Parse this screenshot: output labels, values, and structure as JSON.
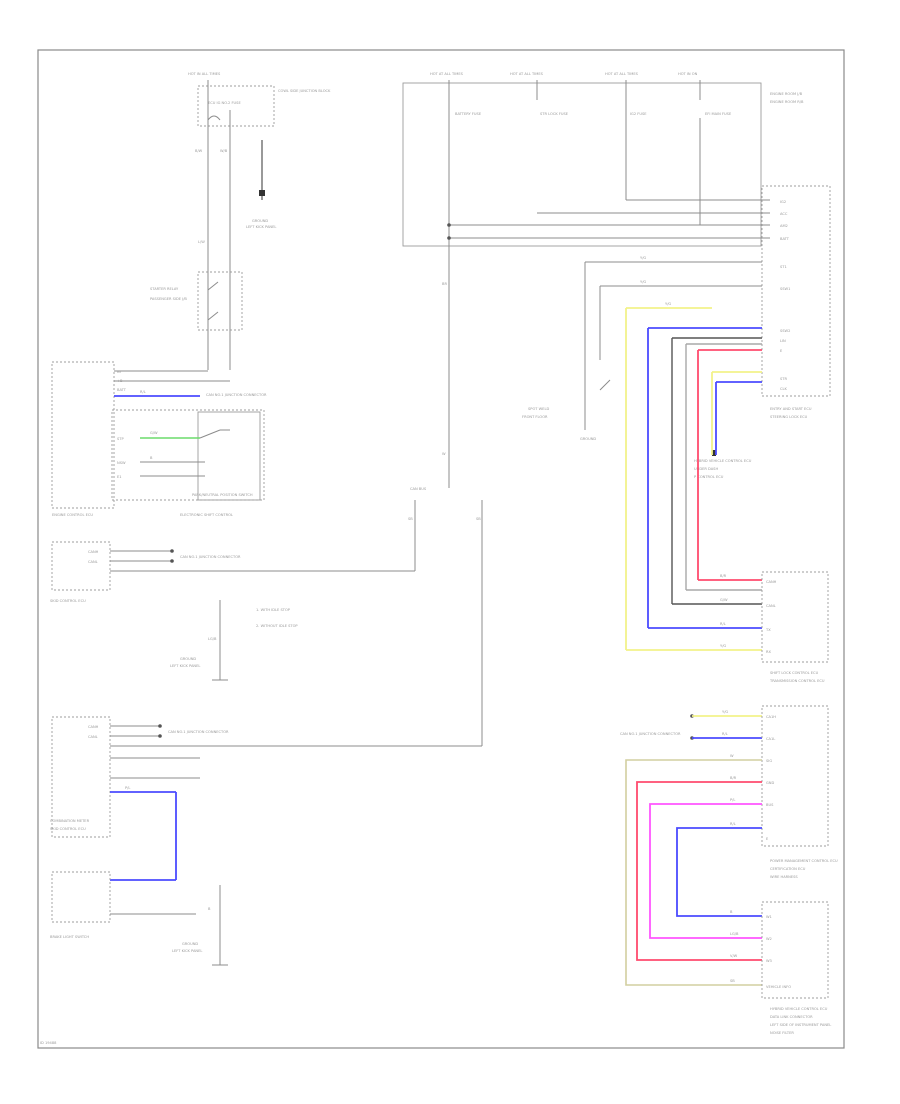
{
  "wire_colors": {
    "blue": "#4b4bff",
    "yellow": "#f2f28a",
    "pink": "#ff55ff",
    "red": "#ff4b6e",
    "gray": "#a8a8a8",
    "black": "#555555",
    "tan": "#d2cfa0"
  },
  "labels": {
    "t01": "HOT IN ALL TIMES",
    "t02": "COWL SIDE JUNCTION BLOCK",
    "t03": "ECU IG NO.2 FUSE",
    "t04": "HOT AT ALL TIMES",
    "t05": "HOT AT ALL TIMES",
    "t06": "HOT AT ALL TIMES",
    "t07": "HOT IN ON",
    "t08": "ENGINE ROOM J/B",
    "t09": "BATTERY FUSE",
    "t10": "STR LOCK FUSE",
    "t11": "ENGINE ROOM R/B",
    "t12": "IG2 FUSE",
    "t13": "EFI MAIN FUSE",
    "t14": "PASSENGER SIDE J/B",
    "t15": "STARTER RELAY",
    "t16": "ENTRY AND START ECU",
    "t17": "PARK/NEUTRAL POSITION SWITCH",
    "t18": "ELECTRONIC SHIFT CONTROL",
    "t19": "ENGINE CONTROL ECU",
    "t20": "DATA LINK CONNECTOR",
    "t21": "LEFT KICK PANEL",
    "t22": "GROUND",
    "t23": "BRAKE LIGHT SWITCH",
    "t24": "NOISE FILTER",
    "t25": "SKID CONTROL ECU",
    "t26": "1. WITH IDLE STOP",
    "t27": "2. WITHOUT IDLE STOP",
    "t28": "COMBINATION METER",
    "t29": "CAN NO.1 JUNCTION CONNECTOR",
    "t30": "LEFT SIDE OF INSTRUMENT PANEL",
    "t31": "HYBRID VEHICLE CONTROL ECU",
    "t32": "POWER MANAGEMENT CONTROL ECU",
    "t33": "TRANSMISSION CONTROL ECU",
    "t34": "CERTIFICATION ECU",
    "t35": "STEERING LOCK ECU",
    "t36": "SHIFT LOCK CONTROL ECU",
    "t37": "SPOT WELD",
    "t38": "FRONT FLOOR",
    "t39": "GROUND",
    "t40": "CAN BUS",
    "t41": "UNDER DASH",
    "t42": "P CONTROL ECU",
    "t43": "WIRE HARNESS",
    "t44": "VEHICLE INFO",
    "t45": "W1",
    "t46": "W2",
    "t47": "W3"
  },
  "pins": {
    "p01": "IG",
    "p02": "+B",
    "p03": "BATT",
    "p04": "AM2",
    "p05": "ST1",
    "p06": "STP",
    "p07": "NSW",
    "p08": "CANH",
    "p09": "CANL",
    "p10": "E1",
    "p11": "SIG",
    "p12": "GND",
    "p13": "CA1H",
    "p14": "CA1L",
    "p15": "IG2",
    "p16": "ACC",
    "p17": "SSW1",
    "p18": "SSW2",
    "p19": "LIN",
    "p20": "E",
    "p21": "STR",
    "p22": "CLK",
    "p23": "TX",
    "p24": "RX",
    "p25": "BUS"
  },
  "wire_tags": {
    "w01": "B/W",
    "w02": "W/B",
    "w03": "L/W",
    "w04": "R/L",
    "w05": "Y/G",
    "w06": "G/W",
    "w07": "V/W",
    "w08": "B/R",
    "w09": "LG/B",
    "w10": "P/L",
    "w11": "SB",
    "w12": "BR",
    "w13": "W",
    "w14": "B"
  },
  "footer": {
    "code": "ID 19488"
  }
}
